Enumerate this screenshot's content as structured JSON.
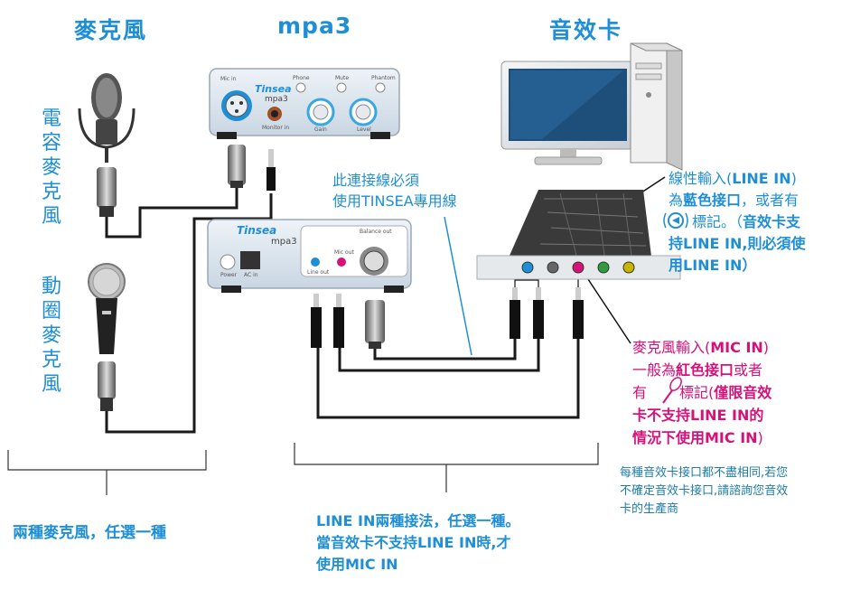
{
  "headers": {
    "mic": "麥克風",
    "mpa3": "mpa3",
    "soundcard": "音效卡"
  },
  "left_labels": {
    "condenser": "電容麥克風",
    "dynamic": "動圈麥克風"
  },
  "devices": {
    "brand": "Tinsea",
    "model": "mpa3",
    "front_panel": [
      "Mic in",
      "Monitor in",
      "Phone",
      "Mute",
      "Phantom",
      "Gain",
      "Level"
    ],
    "back_panel": [
      "Power",
      "AC in",
      "Line out",
      "Mic out",
      "Balance out"
    ]
  },
  "cable_note": {
    "line1": "此連接線必須",
    "line2": "使用TINSEA專用線"
  },
  "line_in_note": {
    "line1a": "線性輸入(",
    "line1b": "LINE IN",
    "line1c": ")",
    "line2a": "為",
    "line2b": "藍色接口",
    "line2c": "，或者有",
    "line3a": "標記。（",
    "line3b": "音效卡支",
    "line4": "持LINE IN,則必須使",
    "line5": "用LINE IN）"
  },
  "mic_in_note": {
    "line1a": "麥克風輸入(",
    "line1b": "MIC IN",
    "line1c": ")",
    "line2a": "一般為",
    "line2b": "紅色接口",
    "line2c": "或者",
    "line3a": "有",
    "line3b": "標記(",
    "line3c": "僅限音效",
    "line4": "卡不支持LINE IN的",
    "line5a": "情況下使用MIC IN",
    "line5b": ")"
  },
  "small_note": {
    "line1": "每種音效卡接口都不盡相同,若您",
    "line2": "不確定音效卡接口,請諮詢您音效",
    "line3": "卡的生產商"
  },
  "bottom_left": "兩種麥克風，任選一種",
  "bottom_center": {
    "line1": "LINE IN兩種接法，任選一種。",
    "line2": "當音效卡不支持LINE IN時,才",
    "line3": "使用MIC IN"
  },
  "colors": {
    "accent_blue": "#1e8fd6",
    "accent_pink": "#d6127a",
    "device_body": "#d9e3ec",
    "cable": "#1a1a1a"
  }
}
